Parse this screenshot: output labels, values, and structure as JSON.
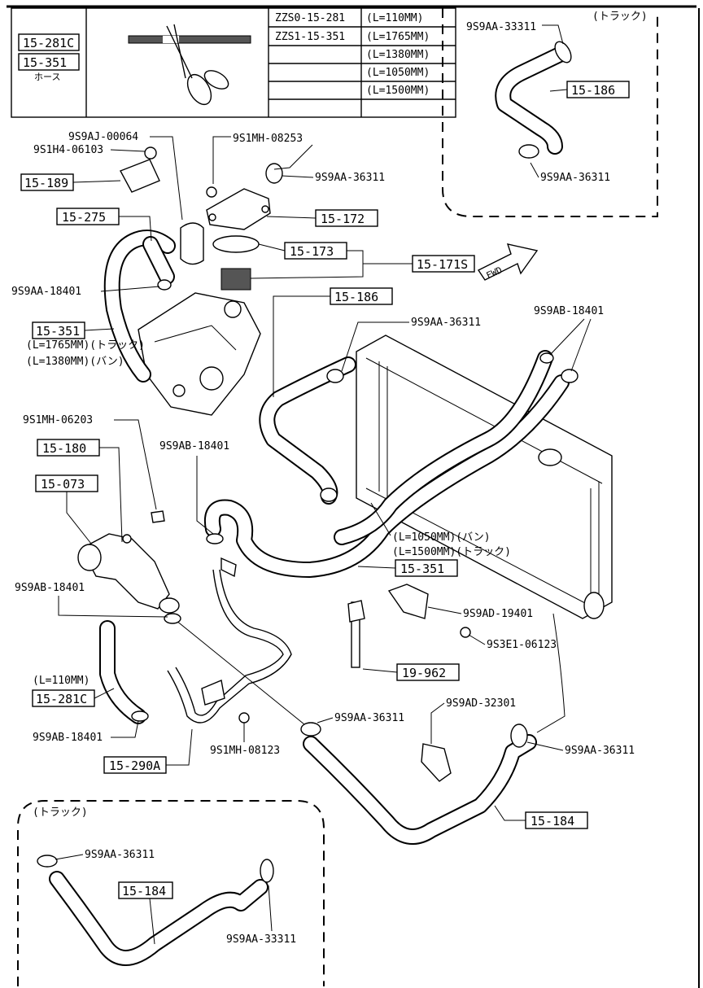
{
  "table": {
    "codes": [
      "15-281C",
      "15-351"
    ],
    "code_note": "ホース",
    "rows": [
      {
        "part": "ZZS0-15-281",
        "length": "(L=110MM)"
      },
      {
        "part": "ZZS1-15-351",
        "length": "(L=1765MM)"
      },
      {
        "part": "",
        "length": "(L=1380MM)"
      },
      {
        "part": "",
        "length": "(L=1050MM)"
      },
      {
        "part": "",
        "length": "(L=1500MM)"
      }
    ]
  },
  "inset_top": {
    "title": "(トラック)",
    "labels": [
      "9S9AA-33311",
      "15-186",
      "9S9AA-36311"
    ]
  },
  "inset_bottom": {
    "title": "(トラック)",
    "labels": [
      "9S9AA-36311",
      "15-184",
      "9S9AA-33311"
    ]
  },
  "fwd": "FWD",
  "callouts": {
    "c1": "9S9AJ-00064",
    "c2": "9S1H4-06103",
    "c3": "9S1MH-08253",
    "c4": "9S9AA-36311",
    "c5": "9S9AA-18401",
    "c6": "(L=1765MM)(トラック)",
    "c7": "(L=1380MM)(バン)",
    "c8": "9S9AA-36311",
    "c9": "9S9AB-18401",
    "c10": "9S1MH-06203",
    "c11": "9S9AB-18401",
    "c12": "9S9AB-18401",
    "c13": "(L=110MM)",
    "c14": "9S9AB-18401",
    "c15": "(L=1050MM)(バン)",
    "c16": "(L=1500MM)(トラック)",
    "c17": "9S9AD-19401",
    "c18": "9S3E1-06123",
    "c19": "9S9AD-32301",
    "c20": "9S9AA-36311",
    "c21": "9S9AA-36311",
    "c22": "9S1MH-08123"
  },
  "boxes": {
    "b1": "15-189",
    "b2": "15-275",
    "b3": "15-172",
    "b4": "15-173",
    "b5": "15-171S",
    "b6": "15-186",
    "b7": "15-351",
    "b8": "15-180",
    "b9": "15-073",
    "b10": "15-281C",
    "b11": "15-290A",
    "b12": "15-351",
    "b13": "19-962",
    "b14": "15-184"
  }
}
